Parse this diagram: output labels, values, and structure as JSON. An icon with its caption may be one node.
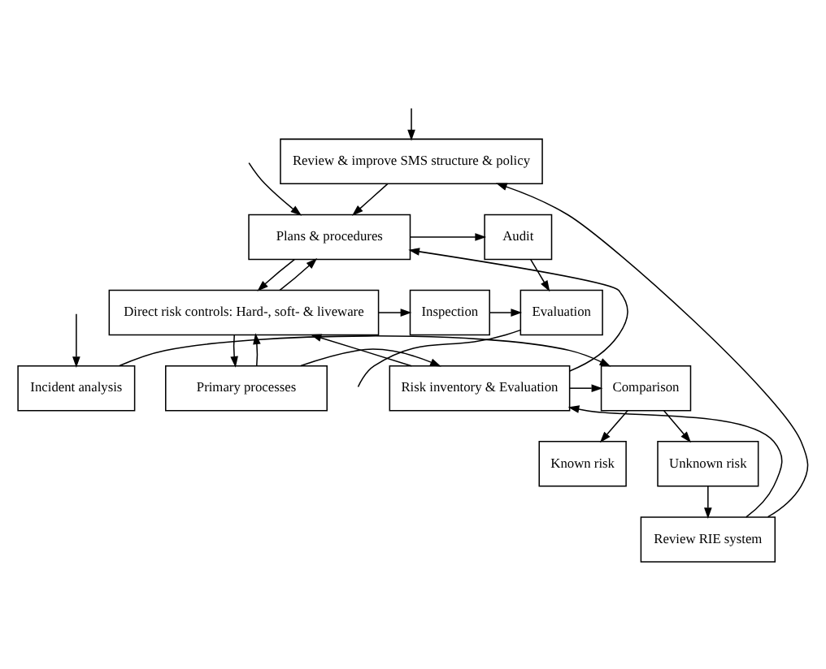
{
  "diagram": {
    "nodes": [
      {
        "text": [
          "Review & improve SMS structure & policy"
        ]
      },
      {
        "text": [
          "Plans & procedures"
        ]
      },
      {
        "text": [
          "Audit"
        ]
      },
      {
        "text": [
          "Evaluation"
        ]
      },
      {
        "text": [
          "Direct risk controls: Hard-, soft- & liveware"
        ]
      },
      {
        "text": [
          "Inspection"
        ]
      },
      {
        "text": [
          "Known risk"
        ]
      },
      {
        "text": [
          "Incident analysis"
        ]
      },
      {
        "text": [
          "Comparison"
        ]
      },
      {
        "text": [
          "Primary processes"
        ]
      },
      {
        "text": [
          "Risk inventory & Evaluation"
        ]
      },
      {
        "text": [
          "Review RIE system"
        ]
      },
      {
        "text": [
          "Unknown risk"
        ]
      }
    ],
    "edges": [
      {
        "from": 0,
        "to": 1,
        "arrow": "to"
      },
      {
        "from": null,
        "to": 0,
        "arrow": "to"
      },
      {
        "from": null,
        "to": 1,
        "arrow": "to"
      },
      {
        "from": 1,
        "to": 2,
        "arrow": "to"
      },
      {
        "from": 1,
        "to": 4,
        "arrow": "to"
      },
      {
        "from": 4,
        "to": 1,
        "arrow": "to"
      },
      {
        "from": 2,
        "to": 3,
        "arrow": "to"
      },
      {
        "from": 5,
        "to": 3,
        "arrow": "to"
      },
      {
        "from": 3,
        "to": null,
        "arrow": "none"
      },
      {
        "from": 4,
        "to": 5,
        "arrow": "to"
      },
      {
        "from": 4,
        "to": 9,
        "arrow": "to"
      },
      {
        "from": 9,
        "to": 4,
        "arrow": "to"
      },
      {
        "from": null,
        "to": 7,
        "arrow": "to"
      },
      {
        "from": 9,
        "to": 10,
        "arrow": "to"
      },
      {
        "from": 7,
        "to": 8,
        "arrow": "to"
      },
      {
        "from": 10,
        "to": 8,
        "arrow": "to"
      },
      {
        "from": 8,
        "to": 6,
        "arrow": "to"
      },
      {
        "from": 8,
        "to": 12,
        "arrow": "to"
      },
      {
        "from": 12,
        "to": 11,
        "arrow": "to"
      },
      {
        "from": 11,
        "to": 10,
        "arrow": "to"
      },
      {
        "from": 11,
        "to": 0,
        "arrow": "to"
      },
      {
        "from": 10,
        "to": 1,
        "arrow": "to"
      },
      {
        "from": 10,
        "to": 4,
        "arrow": "to"
      }
    ]
  }
}
